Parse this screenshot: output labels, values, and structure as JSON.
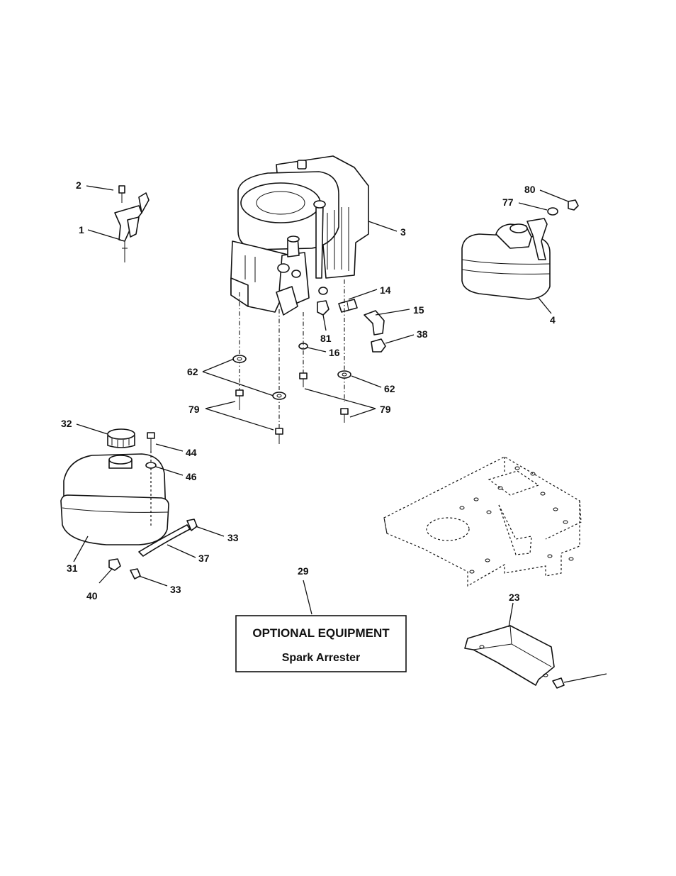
{
  "callouts": {
    "c1": "1",
    "c2": "2",
    "c3": "3",
    "c4": "4",
    "c14": "14",
    "c15": "15",
    "c16": "16",
    "c23": "23",
    "c29": "29",
    "c31": "31",
    "c32": "32",
    "c33a": "33",
    "c33b": "33",
    "c37": "37",
    "c38": "38",
    "c40": "40",
    "c44": "44",
    "c46": "46",
    "c62a": "62",
    "c62b": "62",
    "c77": "77",
    "c79a": "79",
    "c79b": "79",
    "c80": "80",
    "c81": "81"
  },
  "optional_box": {
    "title": "OPTIONAL EQUIPMENT",
    "subtitle": "Spark Arrester"
  },
  "parts": {
    "engine": "engine-icon",
    "muffler": "muffler-icon",
    "fuel_tank": "fuel-tank-icon",
    "frame": "frame-icon",
    "heat_shield": "heat-shield-icon",
    "throttle": "throttle-control-icon"
  }
}
